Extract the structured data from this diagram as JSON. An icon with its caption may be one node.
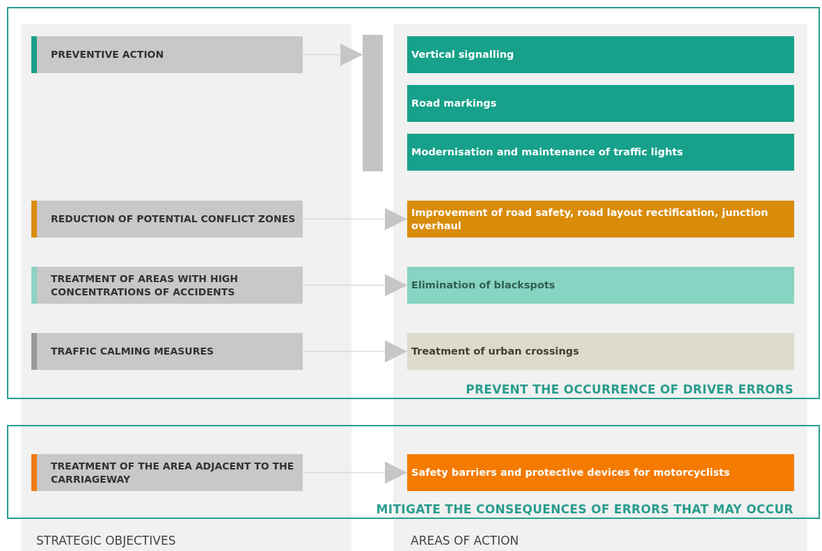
{
  "diagram": {
    "nodes": [
      {
        "text": [
          "PREVENT THE OCCURRENCE OF DRIVER ERRORS"
        ]
      },
      {
        "text": [
          "PREVENTIVE ACTION"
        ],
        "in": 0
      },
      {
        "text": [],
        "shape": "bar",
        "in": 0
      },
      {
        "text": [
          "Vertical signalling"
        ],
        "in": 0
      },
      {
        "text": [
          "Road markings"
        ],
        "in": 0
      },
      {
        "text": [
          "Modernisation and maintenance of traffic lights"
        ],
        "in": 0
      },
      {
        "text": [
          "REDUCTION OF POTENTIAL CONFLICT ZONES"
        ],
        "in": 0
      },
      {
        "text": [
          "Improvement of road safety, road layout rectification, junction overhaul"
        ],
        "in": 0
      },
      {
        "text": [
          "TREATMENT OF AREAS WITH HIGH CONCENTRATIONS OF ACCIDENTS"
        ],
        "in": 0
      },
      {
        "text": [
          "Elimination of blackspots"
        ],
        "in": 0
      },
      {
        "text": [
          "TRAFFIC CALMING MEASURES"
        ],
        "in": 0
      },
      {
        "text": [
          "Treatment of urban crossings"
        ],
        "in": 0
      },
      {
        "text": [
          "MITIGATE THE CONSEQUENCES OF ERRORS THAT MAY OCCUR"
        ]
      },
      {
        "text": [
          "TREATMENT OF THE AREA ADJACENT TO THE CARRIAGEWAY"
        ],
        "in": 12
      },
      {
        "text": [
          "Safety barriers and protective devices for motorcyclists"
        ],
        "in": 12
      }
    ],
    "edges": [
      {
        "from": 1,
        "to": 2,
        "arrow": "to"
      },
      {
        "from": 6,
        "to": 7,
        "arrow": "to"
      },
      {
        "from": 8,
        "to": 9,
        "arrow": "to"
      },
      {
        "from": 10,
        "to": 11,
        "arrow": "to"
      },
      {
        "from": 13,
        "to": 14,
        "arrow": "to"
      }
    ],
    "labels": [
      "STRATEGIC OBJECTIVES",
      "AREAS OF ACTION"
    ]
  }
}
